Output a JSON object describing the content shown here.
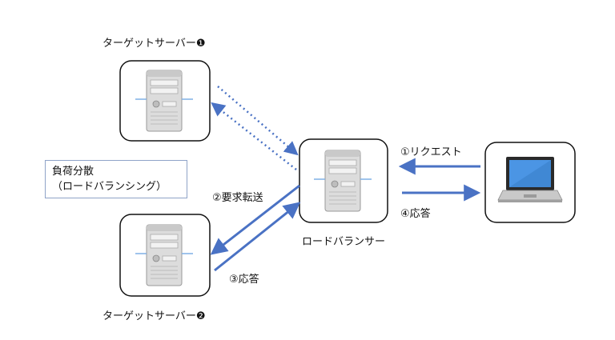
{
  "nodes": {
    "target1_label": "ターゲットサーバー❶",
    "target2_label": "ターゲットサーバー❷",
    "lb_label": "ロードバランサー"
  },
  "note": {
    "line1": "負荷分散",
    "line2": "（ロードバランシング）"
  },
  "arrows": {
    "request": "①リクエスト",
    "forward": "②要求転送",
    "response3": "③応答",
    "response4": "④応答"
  },
  "colors": {
    "arrow": "#4a72c4",
    "border": "#111111",
    "server_body": "#e8e8e8",
    "laptop_screen": "#3f86d9"
  },
  "icons": [
    "server-icon",
    "laptop-icon"
  ]
}
